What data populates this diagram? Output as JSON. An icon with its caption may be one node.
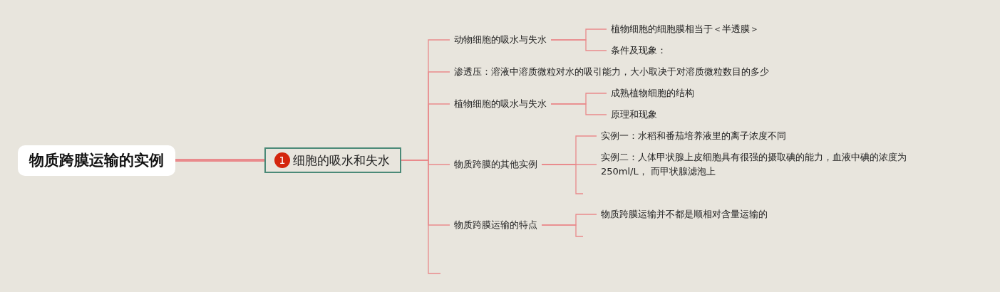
{
  "diagram": {
    "nodes": [
      {
        "text": [
          "物质跨膜运输的实例"
        ]
      },
      {
        "text": [
          "1",
          "细胞的吸水和失水"
        ]
      },
      {
        "text": [
          "动物细胞的吸水与失水"
        ]
      },
      {
        "text": [
          "植物细胞的细胞膜相当于＜半透膜＞"
        ]
      },
      {
        "text": [
          "条件及现象："
        ]
      },
      {
        "text": [
          "渗透压：溶液中溶质微粒对水的吸引能力，大小取决于对溶质微粒数目的多少"
        ]
      },
      {
        "text": [
          "植物细胞的吸水与失水"
        ]
      },
      {
        "text": [
          "成熟植物细胞的结构"
        ]
      },
      {
        "text": [
          "原理和现象"
        ]
      },
      {
        "text": [
          "物质跨膜的其他实例"
        ]
      },
      {
        "text": [
          "实例一：水稻和番茄培养液里的离子浓度不同"
        ]
      },
      {
        "text": [
          "实例二：人体甲状腺上皮细胞具有很强的摄取碘的能力，血液中碘的浓度为250ml/L， 而甲状腺滤泡上"
        ]
      },
      {
        "text": [
          "物质跨膜运输的特点"
        ]
      },
      {
        "text": [
          "物质跨膜运输并不都是顺相对含量运输的"
        ]
      }
    ],
    "edges": [
      {
        "from": 0,
        "to": 1,
        "arrow": "none",
        "style": "thick"
      },
      {
        "from": 1,
        "to": 2,
        "arrow": "none"
      },
      {
        "from": 1,
        "to": 5,
        "arrow": "none"
      },
      {
        "from": 1,
        "to": 6,
        "arrow": "none"
      },
      {
        "from": 1,
        "to": 9,
        "arrow": "none"
      },
      {
        "from": 1,
        "to": 12,
        "arrow": "none"
      },
      {
        "from": 1,
        "to": null,
        "arrow": "none"
      },
      {
        "from": 2,
        "to": 3,
        "arrow": "none"
      },
      {
        "from": 2,
        "to": 4,
        "arrow": "none"
      },
      {
        "from": 6,
        "to": 7,
        "arrow": "none"
      },
      {
        "from": 6,
        "to": 8,
        "arrow": "none"
      },
      {
        "from": 9,
        "to": 10,
        "arrow": "none"
      },
      {
        "from": 9,
        "to": 11,
        "arrow": "none"
      },
      {
        "from": 9,
        "to": null,
        "arrow": "none"
      },
      {
        "from": 12,
        "to": 13,
        "arrow": "none"
      },
      {
        "from": 12,
        "to": null,
        "arrow": "none"
      }
    ]
  }
}
